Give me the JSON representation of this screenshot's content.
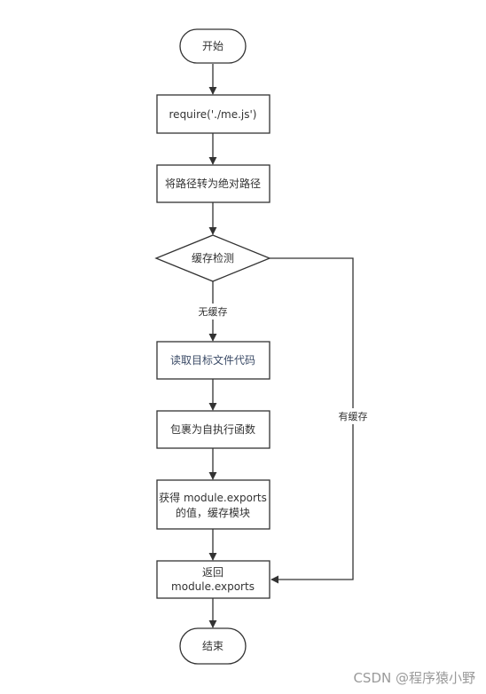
{
  "nodes": {
    "start": "开始",
    "require": "require('./me.js')",
    "to_absolute": "将路径转为绝对路径",
    "cache_check": "缓存检测",
    "read_code": "读取目标文件代码",
    "wrap_iife": "包裹为自执行函数",
    "get_exports_line1": "获得 module.exports",
    "get_exports_line2": "的值，缓存模块",
    "return_line1": "返回",
    "return_line2": "module.exports",
    "end": "结束"
  },
  "edges": {
    "no_cache": "无缓存",
    "has_cache": "有缓存"
  },
  "watermark": "CSDN @程序猿小野"
}
